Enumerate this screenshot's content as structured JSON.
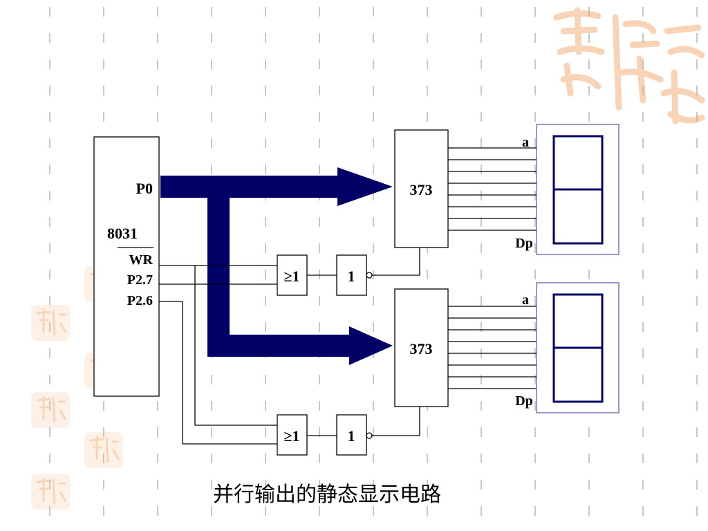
{
  "mcu": {
    "name": "8031",
    "pin_p0": "P0",
    "pin_wr": "WR",
    "pin_p27": "P2.7",
    "pin_p26": "P2.6"
  },
  "latches": [
    {
      "label": "373"
    },
    {
      "label": "373"
    }
  ],
  "gates": {
    "or_label": "≥1",
    "not_label": "1"
  },
  "displays": [
    {
      "seg_top": "a",
      "seg_bottom": "Dp"
    },
    {
      "seg_top": "a",
      "seg_bottom": "Dp"
    }
  ],
  "caption": "并行输出的静态显示电路",
  "colors": {
    "bus": "#000066",
    "seal": "#f0a060",
    "dash": "#c8c8c8"
  },
  "decor": {
    "seal_icon": "auspicious-seal-icon"
  }
}
